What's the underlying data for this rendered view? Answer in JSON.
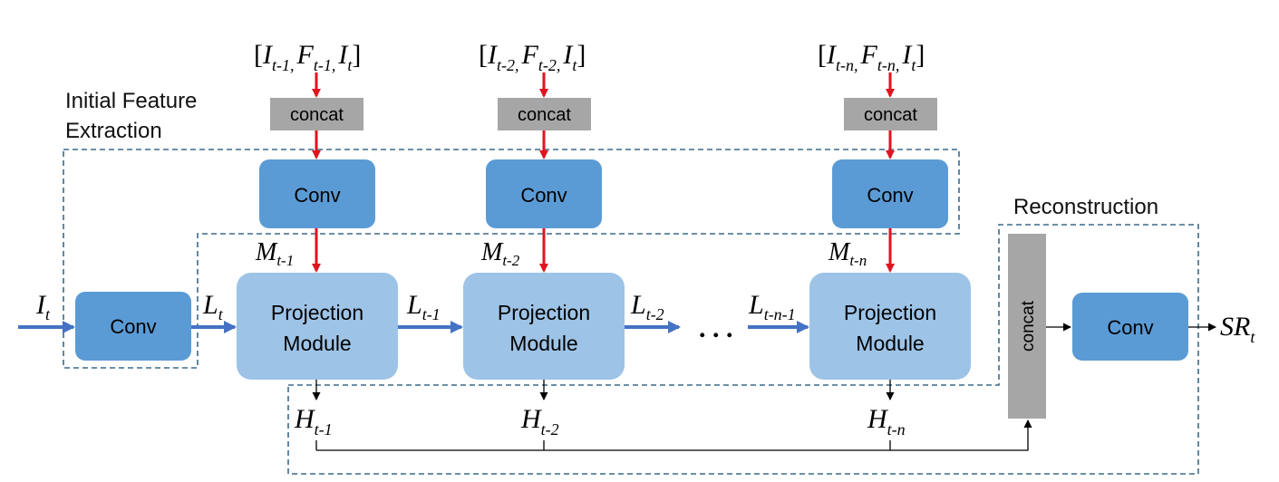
{
  "colors": {
    "conv_fill": "#5B9BD5",
    "projection_fill": "#9DC3E6",
    "concat_fill": "#A6A6A6",
    "feature_arrow": "#4472C4",
    "motion_arrow": "#E0141E",
    "dashed_border": "#3A6A8C",
    "line": "#000000"
  },
  "region_labels": {
    "initial_feature_line1": "Initial Feature",
    "initial_feature_line2": "Extraction",
    "reconstruction": "Reconstruction"
  },
  "inputs": [
    {
      "open": "[",
      "I_sub": "t-1,",
      "F_sub": "t-1,",
      "It_sub": "t",
      "close": "]"
    },
    {
      "open": "[",
      "I_sub": "t-2,",
      "F_sub": "t-2,",
      "It_sub": "t",
      "close": "]"
    },
    {
      "open": "[",
      "I_sub": "t-n,",
      "F_sub": "t-n,",
      "It_sub": "t",
      "close": "]"
    }
  ],
  "symbols": {
    "I": "I",
    "F": "F",
    "M": "M",
    "L": "L",
    "H": "H",
    "SR": "SR"
  },
  "blocks": {
    "concat": "concat",
    "conv": "Conv",
    "projection_line1": "Projection",
    "projection_line2": "Module"
  },
  "motion_labels": [
    "t-1",
    "t-2",
    "t-n"
  ],
  "feature_labels": {
    "input_sub": "t",
    "l0_sub": "t",
    "l1_sub": "t-1",
    "l2_sub": "t-2",
    "ln1_sub": "t-n-1"
  },
  "hidden_labels": [
    "t-1",
    "t-2",
    "t-n"
  ],
  "ellipsis": ". . .",
  "output_sub": "t"
}
